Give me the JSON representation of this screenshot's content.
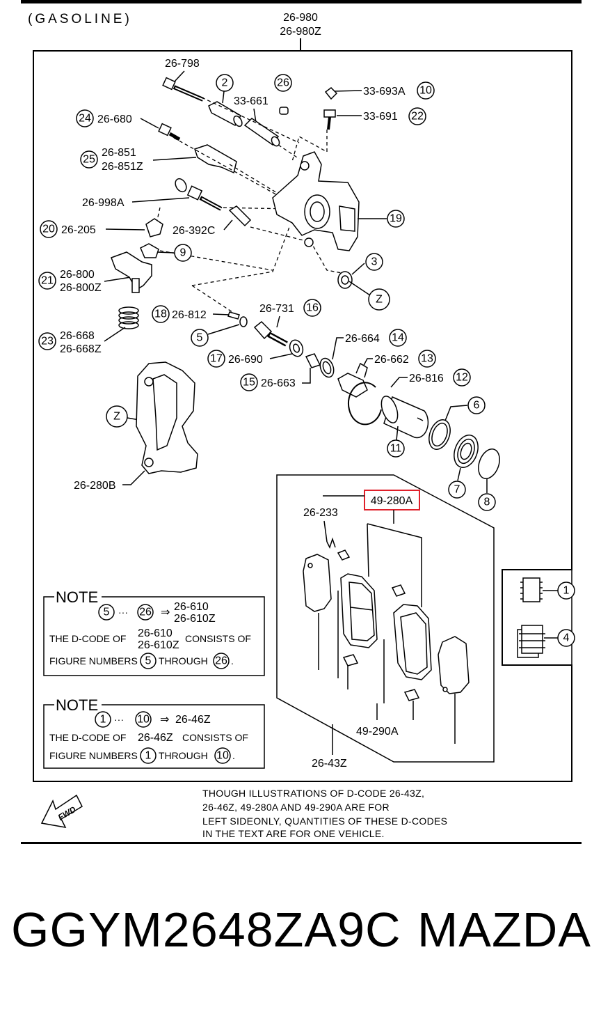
{
  "header": {
    "engine": "(GASOLINE)",
    "assembly_code_1": "26-980",
    "assembly_code_2": "26-980Z"
  },
  "callouts": {
    "c26_798": "26-798",
    "c33_661": "33-661",
    "c33_693A": "33-693A",
    "c33_691": "33-691",
    "c26_680": "26-680",
    "c26_851": "26-851",
    "c26_851Z": "26-851Z",
    "c26_998A": "26-998A",
    "c26_205": "26-205",
    "c26_392C": "26-392C",
    "c26_800": "26-800",
    "c26_800Z": "26-800Z",
    "c26_812": "26-812",
    "c26_731": "26-731",
    "c26_668": "26-668",
    "c26_668Z": "26-668Z",
    "c26_664": "26-664",
    "c26_690": "26-690",
    "c26_662": "26-662",
    "c26_663": "26-663",
    "c26_816": "26-816",
    "c26_280B": "26-280B",
    "c49_280A": "49-280A",
    "c26_233": "26-233",
    "c49_290A": "49-290A",
    "c26_43Z": "26-43Z"
  },
  "figure_numbers": {
    "n1": "1",
    "n2": "2",
    "n3": "3",
    "n4": "4",
    "n5": "5",
    "n6": "6",
    "n7": "7",
    "n8": "8",
    "n9": "9",
    "n10": "10",
    "n11": "11",
    "n12": "12",
    "n13": "13",
    "n14": "14",
    "n15": "15",
    "n16": "16",
    "n17": "17",
    "n18": "18",
    "n19": "19",
    "n20": "20",
    "n21": "21",
    "n22": "22",
    "n23": "23",
    "n24": "24",
    "n25": "25",
    "n26": "26",
    "z": "Z"
  },
  "note1": {
    "title": "NOTE",
    "range_from": "5",
    "dots": "···",
    "range_to": "26",
    "arrow": "⇒",
    "code_a": "26-610",
    "code_b": "26-610Z",
    "line1_pre": "THE D-CODE OF",
    "line1_post": "CONSISTS OF",
    "line2_pre": "FIGURE NUMBERS",
    "line2_mid": "THROUGH",
    "line2_end": ".",
    "from_num": "5",
    "to_num": "26"
  },
  "note2": {
    "title": "NOTE",
    "range_from": "1",
    "dots": "···",
    "range_to": "10",
    "arrow": "⇒",
    "code": "26-46Z",
    "line1_pre": "THE D-CODE OF",
    "line1_code": "26-46Z",
    "line1_post": "CONSISTS OF",
    "line2_pre": "FIGURE NUMBERS",
    "line2_mid": "THROUGH",
    "line2_end": ".",
    "from_num": "1",
    "to_num": "10"
  },
  "disclaimer": {
    "line1": "THOUGH ILLUSTRATIONS OF D-CODE 26-43Z,",
    "line2": "26-46Z, 49-280A AND 49-290A ARE FOR",
    "line3": "LEFT SIDEONLY, QUANTITIES OF THESE D-CODES",
    "line4": "IN THE TEXT ARE FOR ONE VEHICLE."
  },
  "fwd_label": "FWD",
  "highlight_color": "#e0202a",
  "footer": {
    "part_code": "GGYM2648ZA9C",
    "brand": "MAZDA"
  }
}
